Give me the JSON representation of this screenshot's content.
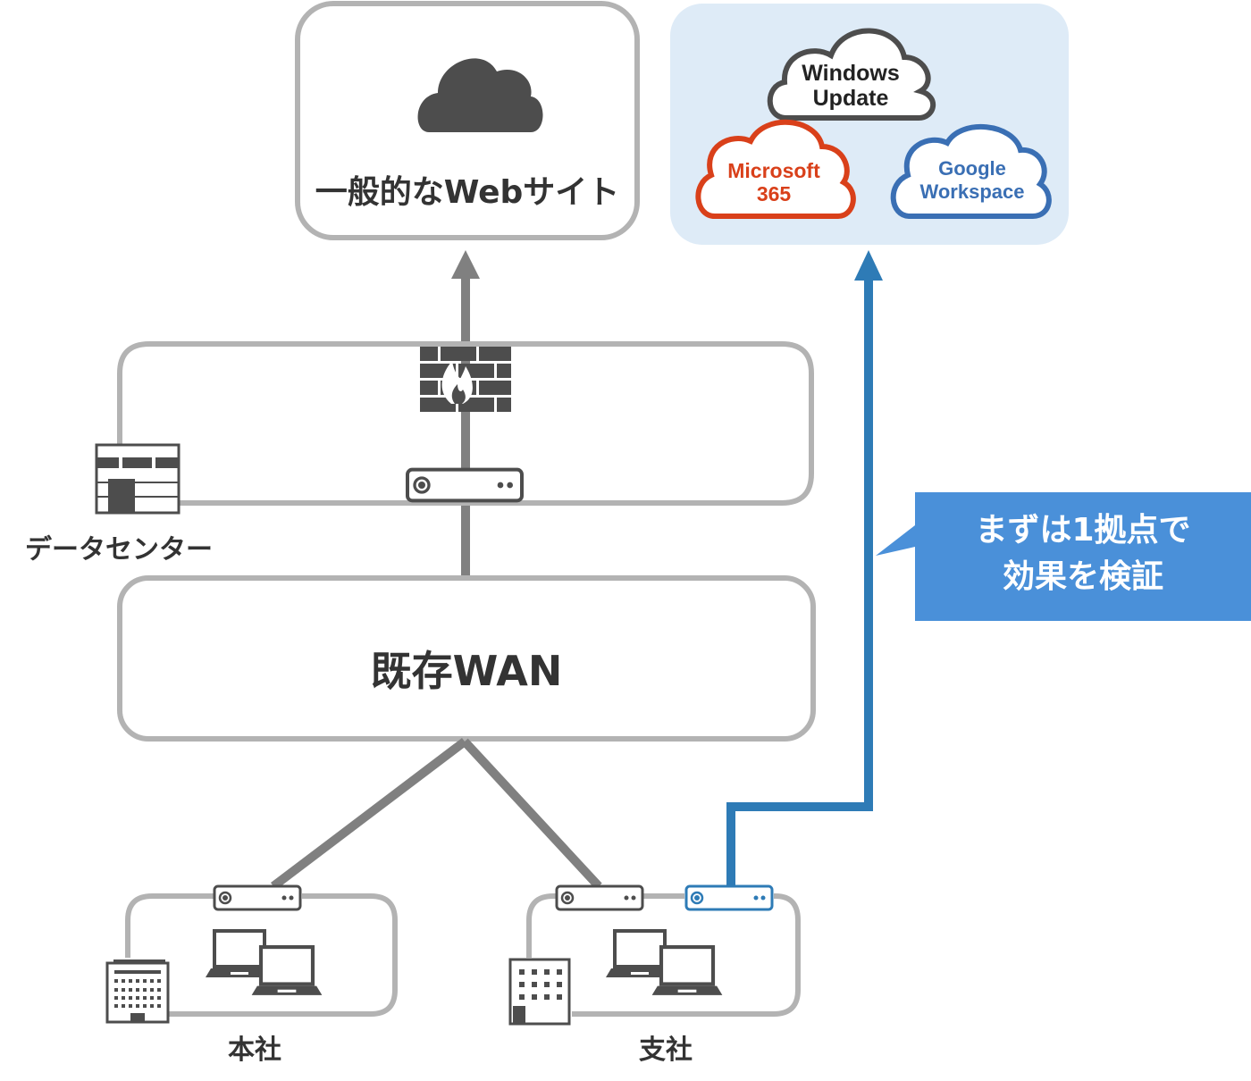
{
  "colors": {
    "frame_gray": "#b3b3b3",
    "link_gray": "#808080",
    "icon_dark": "#4d4d4d",
    "text_dark": "#333333",
    "accent_blue": "#2e7bb6",
    "callout_blue": "#4a90d9",
    "saas_bg": "#deebf7",
    "ms_red": "#d9401a",
    "google_blue": "#3a6fb4"
  },
  "web_site": {
    "label": "一般的なWebサイト",
    "icon": "cloud-icon"
  },
  "saas_group": {
    "clouds": [
      {
        "id": "windows-update",
        "line1": "Windows",
        "line2": "Update",
        "color": "#4d4d4d"
      },
      {
        "id": "microsoft-365",
        "line1": "Microsoft",
        "line2": "365",
        "color": "#d9401a"
      },
      {
        "id": "google-workspace",
        "line1": "Google",
        "line2": "Workspace",
        "color": "#3a6fb4"
      }
    ]
  },
  "datacenter": {
    "label": "データセンター",
    "icons": [
      "datacenter-building-icon",
      "firewall-icon",
      "router-icon"
    ]
  },
  "wan": {
    "label": "既存WAN"
  },
  "headquarters": {
    "label": "本社",
    "icons": [
      "office-building-icon",
      "router-icon",
      "laptop-icon",
      "laptop-icon"
    ]
  },
  "branch": {
    "label": "支社",
    "icons": [
      "office-building-icon",
      "router-icon",
      "sdwan-router-icon",
      "laptop-icon",
      "laptop-icon"
    ]
  },
  "callout": {
    "line1": "まずは1拠点で",
    "line2": "効果を検証"
  }
}
